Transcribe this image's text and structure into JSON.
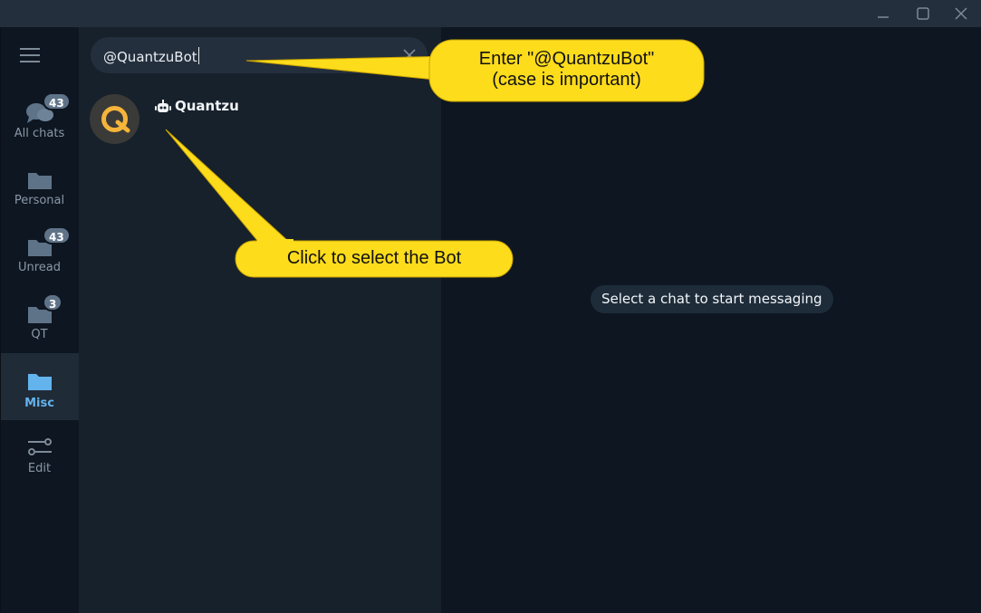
{
  "window": {
    "controls": [
      "minimize-icon",
      "maximize-icon",
      "close-icon"
    ]
  },
  "sidebar": {
    "menu_icon": "hamburger-menu-icon",
    "folders": [
      {
        "label": "All chats",
        "badge": "43",
        "icon": "chat-bubbles-icon"
      },
      {
        "label": "Personal",
        "badge": "",
        "icon": "folder-icon"
      },
      {
        "label": "Unread",
        "badge": "43",
        "icon": "folder-icon"
      },
      {
        "label": "QT",
        "badge": "3",
        "icon": "folder-icon"
      },
      {
        "label": "Misc",
        "badge": "",
        "icon": "folder-icon",
        "active": true
      },
      {
        "label": "Edit",
        "badge": "",
        "icon": "sliders-icon"
      }
    ]
  },
  "search": {
    "value": "@QuantzuBot",
    "clear_icon": "close-icon"
  },
  "results": [
    {
      "name": "Quantzu",
      "is_bot": true,
      "avatar_letter": "Q"
    }
  ],
  "main": {
    "placeholder": "Select a chat to start messaging"
  },
  "callouts": {
    "enter": {
      "line1": "Enter \"@QuantzuBot\"",
      "line2": "(case is important)"
    },
    "click": {
      "text": "Click to select the Bot"
    }
  },
  "colors": {
    "accent": "#63b3ed",
    "callout": "#fddc1c",
    "avatar_ring": "#f5b43a"
  }
}
